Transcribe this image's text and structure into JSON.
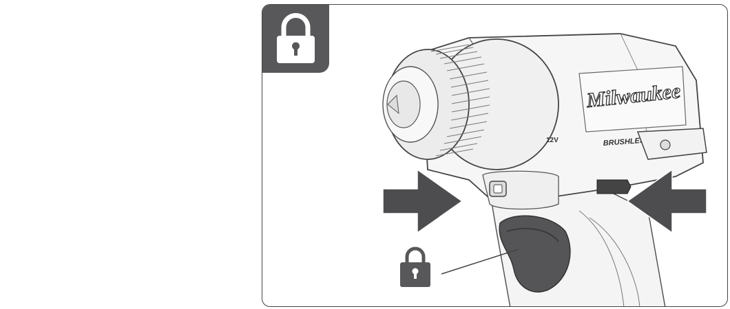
{
  "figure": {
    "panel_icon": "lock-icon",
    "callout_icon": "lock-icon",
    "brand_text": "Milwaukee",
    "badge_text": "BRUSHLESS",
    "voltage_text": "12V",
    "colors": {
      "icon_bg": "#58585a",
      "arrow": "#4d4d4f",
      "grip": "#555558",
      "line": "#444444"
    }
  }
}
